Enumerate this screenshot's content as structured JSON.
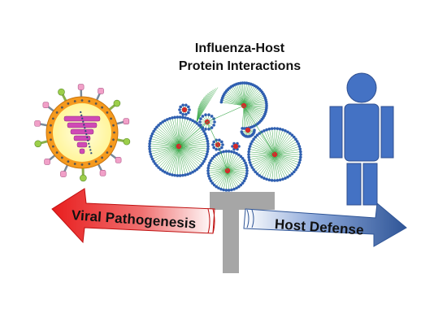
{
  "title": {
    "line1": "Influenza-Host",
    "line2": "Protein Interactions"
  },
  "arrows": {
    "left_label": "Viral Pathogenesis",
    "right_label": "Host Defense"
  },
  "colors": {
    "network_node": "#2f5fb0",
    "network_edge": "#3aa84a",
    "hub_node": "#d42a2a",
    "human_figure": "#4472c4",
    "left_arrow": "#e81d1d",
    "right_arrow": "#2f5597",
    "pedestal": "#a6a6a6",
    "virus_envelope": "#f59a1e",
    "virus_core": "#fffbb0",
    "rnp": "#d04ab5"
  },
  "icons": {
    "virus": "influenza-virus-icon",
    "person": "human-figure-icon",
    "network": "protein-interaction-network"
  }
}
